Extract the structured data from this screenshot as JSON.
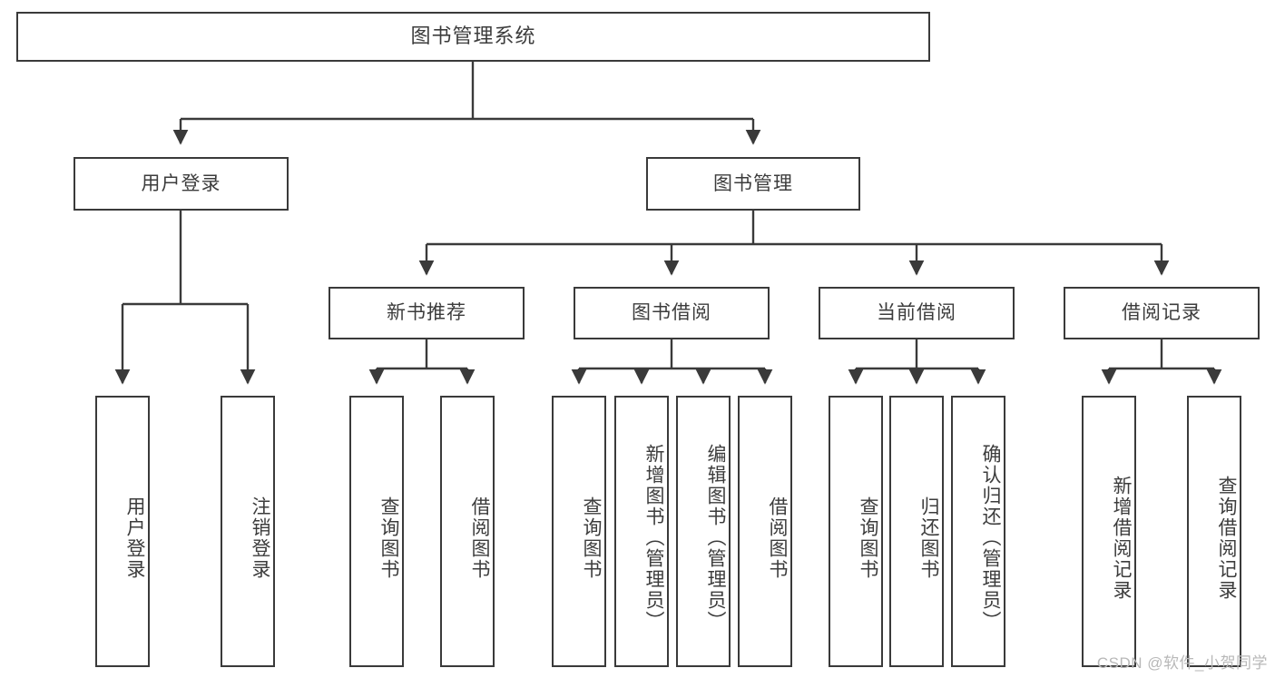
{
  "diagram": {
    "title": "图书管理系统",
    "type": "tree",
    "watermark": "CSDN @软件_小贺同学",
    "colors": {
      "border": "#3a3a3a",
      "text": "#3c3c3c",
      "background": "#ffffff",
      "watermark": "#b8b8b8"
    },
    "root": {
      "label": "图书管理系统"
    },
    "level2": [
      {
        "label": "用户登录"
      },
      {
        "label": "图书管理"
      }
    ],
    "level3": [
      {
        "label": "新书推荐"
      },
      {
        "label": "图书借阅"
      },
      {
        "label": "当前借阅"
      },
      {
        "label": "借阅记录"
      }
    ],
    "leaves": {
      "user_login": [
        {
          "label": "用户登录"
        },
        {
          "label": "注销登录"
        }
      ],
      "new_book_recommend": [
        {
          "label": "查询图书"
        },
        {
          "label": "借阅图书"
        }
      ],
      "book_borrow": [
        {
          "label": "查询图书"
        },
        {
          "label": "新增图书（管理员）"
        },
        {
          "label": "编辑图书（管理员）"
        },
        {
          "label": "借阅图书"
        }
      ],
      "current_borrow": [
        {
          "label": "查询图书"
        },
        {
          "label": "归还图书"
        },
        {
          "label": "确认归还（管理员）"
        }
      ],
      "borrow_record": [
        {
          "label": "新增借阅记录"
        },
        {
          "label": "查询借阅记录"
        }
      ]
    }
  }
}
